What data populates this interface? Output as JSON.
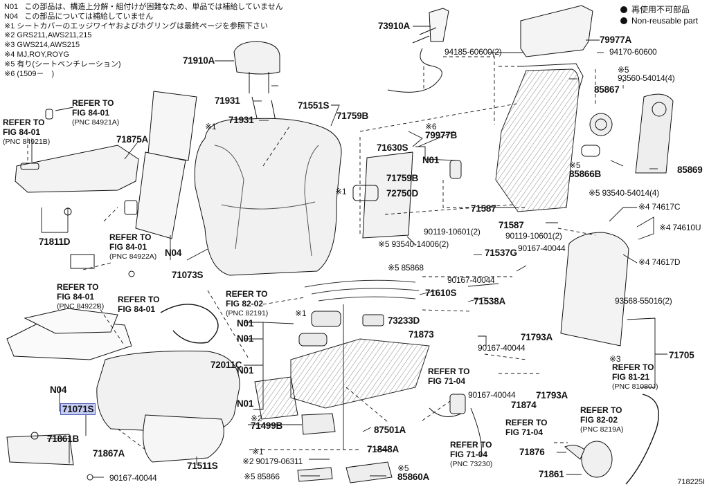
{
  "notes": [
    {
      "key": "N01",
      "text": "この部品は、構造上分解・組付けが困難なため、単品では補給していません"
    },
    {
      "key": "N04",
      "text": "この部品については補給していません"
    },
    {
      "key": "※1",
      "text": "シートカバーのエッジワイヤおよびホグリングは最終ページを参照下さい"
    },
    {
      "key": "※2",
      "text": "GRS211,AWS211,215"
    },
    {
      "key": "※3",
      "text": "GWS214,AWS215"
    },
    {
      "key": "※4",
      "text": "MJ,ROY,ROYG"
    },
    {
      "key": "※5",
      "text": "有り(シートベンチレーション)"
    },
    {
      "key": "※6",
      "text": "(1509－　)"
    }
  ],
  "legend": {
    "jp": "再使用不可部品",
    "en": "Non-reusable part"
  },
  "refs": [
    {
      "line1": "REFER TO",
      "line2": "FIG 84-01",
      "pnc": "(PNC 84921A)"
    },
    {
      "line1": "REFER TO",
      "line2": "FIG 84-01",
      "pnc": "(PNC 84921B)"
    },
    {
      "line1": "REFER TO",
      "line2": "FIG 84-01",
      "pnc": "(PNC 84922A)"
    },
    {
      "line1": "REFER TO",
      "line2": "FIG 84-01",
      "pnc": "(PNC 84922B)"
    },
    {
      "line1": "REFER TO",
      "line2": "FIG 84-01",
      "pnc": ""
    },
    {
      "line1": "REFER TO",
      "line2": "FIG 82-02",
      "pnc": "(PNC 82191)"
    },
    {
      "line1": "REFER TO",
      "line2": "FIG 71-04",
      "pnc": ""
    },
    {
      "line1": "REFER TO",
      "line2": "FIG 71-04",
      "pnc": ""
    },
    {
      "line1": "REFER TO",
      "line2": "FIG 71-04",
      "pnc": "(PNC 73230)"
    },
    {
      "line1": "REFER TO",
      "line2": "FIG 81-21",
      "pnc": "(PNC 81080J)"
    },
    {
      "line1": "REFER TO",
      "line2": "FIG 82-02",
      "pnc": "(PNC 8219A)"
    }
  ],
  "labels": [
    "73910A",
    "79977A",
    "94185-60600(2)",
    "94170-60600",
    "71910A",
    "※5",
    "93560-54014(4)",
    "85867",
    "71931",
    "71551S",
    "71759B",
    "71931",
    "※6",
    "79977B",
    "71630S",
    "N01",
    "71875A",
    "※5",
    "85866B",
    "71759B",
    "85869",
    "72750D",
    "※5 93540-54014(4)",
    "71587",
    "※4 74617C",
    "90119-10601(2)",
    "71587",
    "※4 74610U",
    "90119-10601(2)",
    "71811D",
    "N04",
    "71073S",
    "※5 93540-14006(2)",
    "71537G",
    "90167-40044",
    "※5 85868",
    "※4 74617D",
    "90167-40044",
    "71610S",
    "71538A",
    "93568-55016(2)",
    "※1",
    "※1",
    "N01",
    "73233D",
    "71873",
    "N01",
    "71793A",
    "90167-40044",
    "71705",
    "72011C",
    "※3",
    "90167-40044",
    "71874",
    "71793A",
    "N04",
    "71071S",
    "N01",
    "※2",
    "71499B",
    "87501A",
    "71861B",
    "71867A",
    "※1",
    "71848A",
    "71511S",
    "※2 90179-06311",
    "71876",
    "71861",
    "90167-40044",
    "※5 85866",
    "※5",
    "85860A",
    "N01",
    "※1"
  ],
  "diagram_code": "718225I"
}
